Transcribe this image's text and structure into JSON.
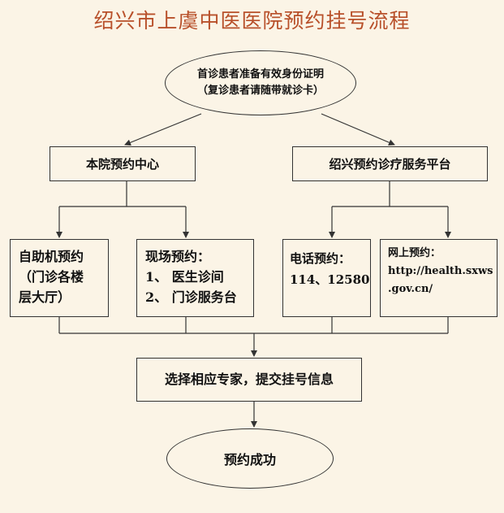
{
  "title": "绍兴市上虞中医医院预约挂号流程",
  "start": {
    "line1": "首诊患者准备有效身份证明",
    "line2": "（复诊患者请随带就诊卡）"
  },
  "branches": {
    "left": {
      "label": "本院预约中心",
      "self_service": {
        "line1": "自助机预约",
        "line2": "（门诊各楼",
        "line3": "层大厅）"
      },
      "onsite": {
        "line1": "现场预约：",
        "line2": "1、 医生诊间",
        "line3": "2、 门诊服务台"
      }
    },
    "right": {
      "label": "绍兴预约诊疗服务平台",
      "phone": {
        "line1": "电话预约：",
        "line2": "114、12580"
      },
      "online": {
        "line1": "网上预约：",
        "line2": "http://health.sxws",
        "line3": ".gov.cn/"
      }
    }
  },
  "select_step": "选择相应专家，提交挂号信息",
  "end": "预约成功",
  "colors": {
    "background": "#fbf4e6",
    "title": "#b8502a",
    "stroke": "#333333"
  }
}
